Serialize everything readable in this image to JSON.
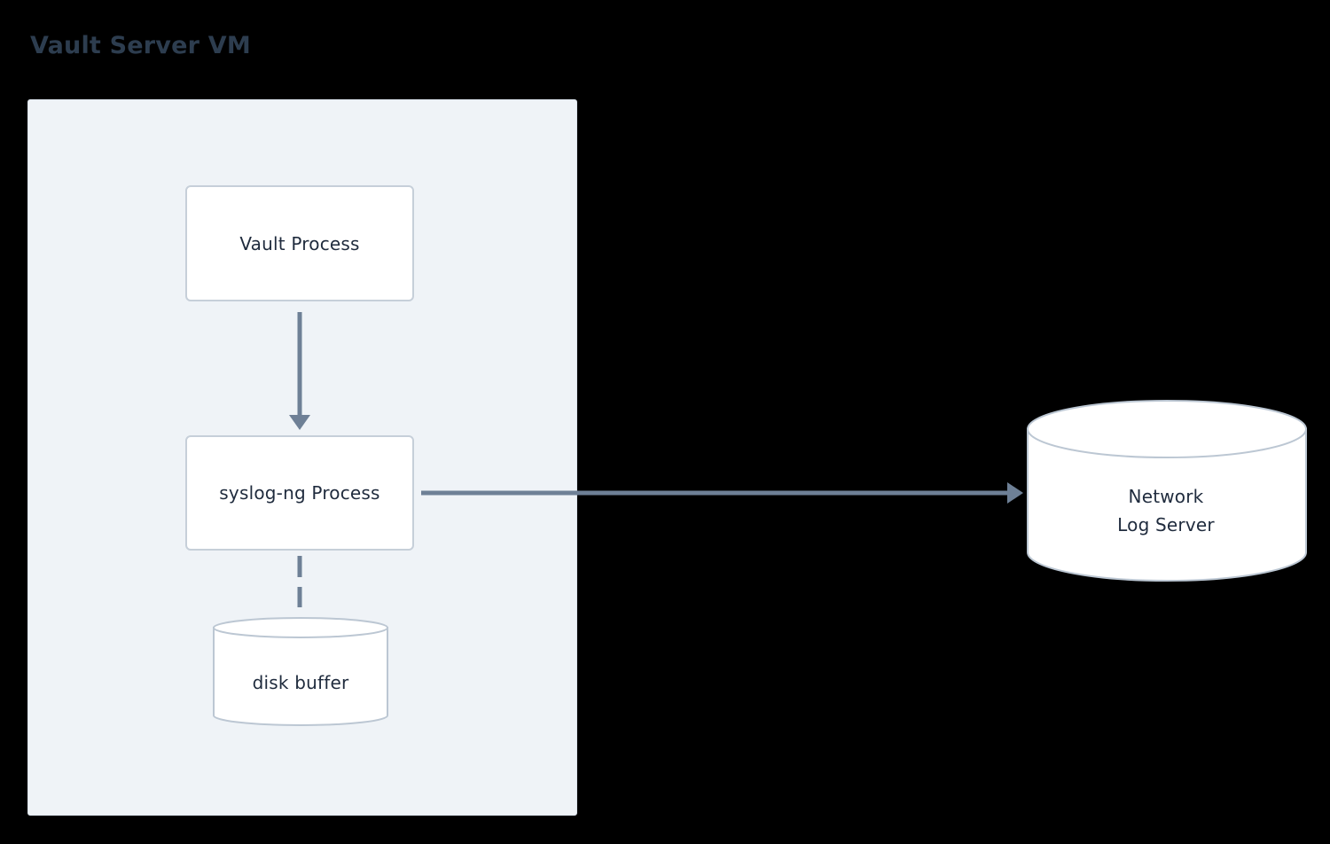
{
  "diagram": {
    "title": "Vault Server VM",
    "colors": {
      "background": "#000000",
      "container_fill": "#eff3f7",
      "container_border": "#dbe3ec",
      "node_fill": "#ffffff",
      "node_border": "#c6cfd9",
      "text": "#1f2b3d",
      "title_text": "#2d3d4f",
      "connector": "#6e8096"
    },
    "container": {
      "label": "Vault Server VM"
    },
    "nodes": {
      "vault_process": {
        "label": "Vault Process",
        "shape": "rectangle"
      },
      "syslog_process": {
        "label": "syslog-ng Process",
        "shape": "rectangle"
      },
      "disk_buffer": {
        "label": "disk buffer",
        "shape": "cylinder"
      },
      "network_log_server": {
        "label": "Network\nLog Server",
        "line1": "Network",
        "line2": "Log Server",
        "shape": "cylinder"
      }
    },
    "connectors": {
      "vault_to_syslog": {
        "style": "solid",
        "direction": "down",
        "arrowhead": "filled"
      },
      "syslog_to_disk_buffer": {
        "style": "dashed",
        "direction": "down",
        "arrowhead": "none"
      },
      "syslog_to_network": {
        "style": "solid",
        "direction": "right",
        "arrowhead": "filled"
      }
    }
  }
}
